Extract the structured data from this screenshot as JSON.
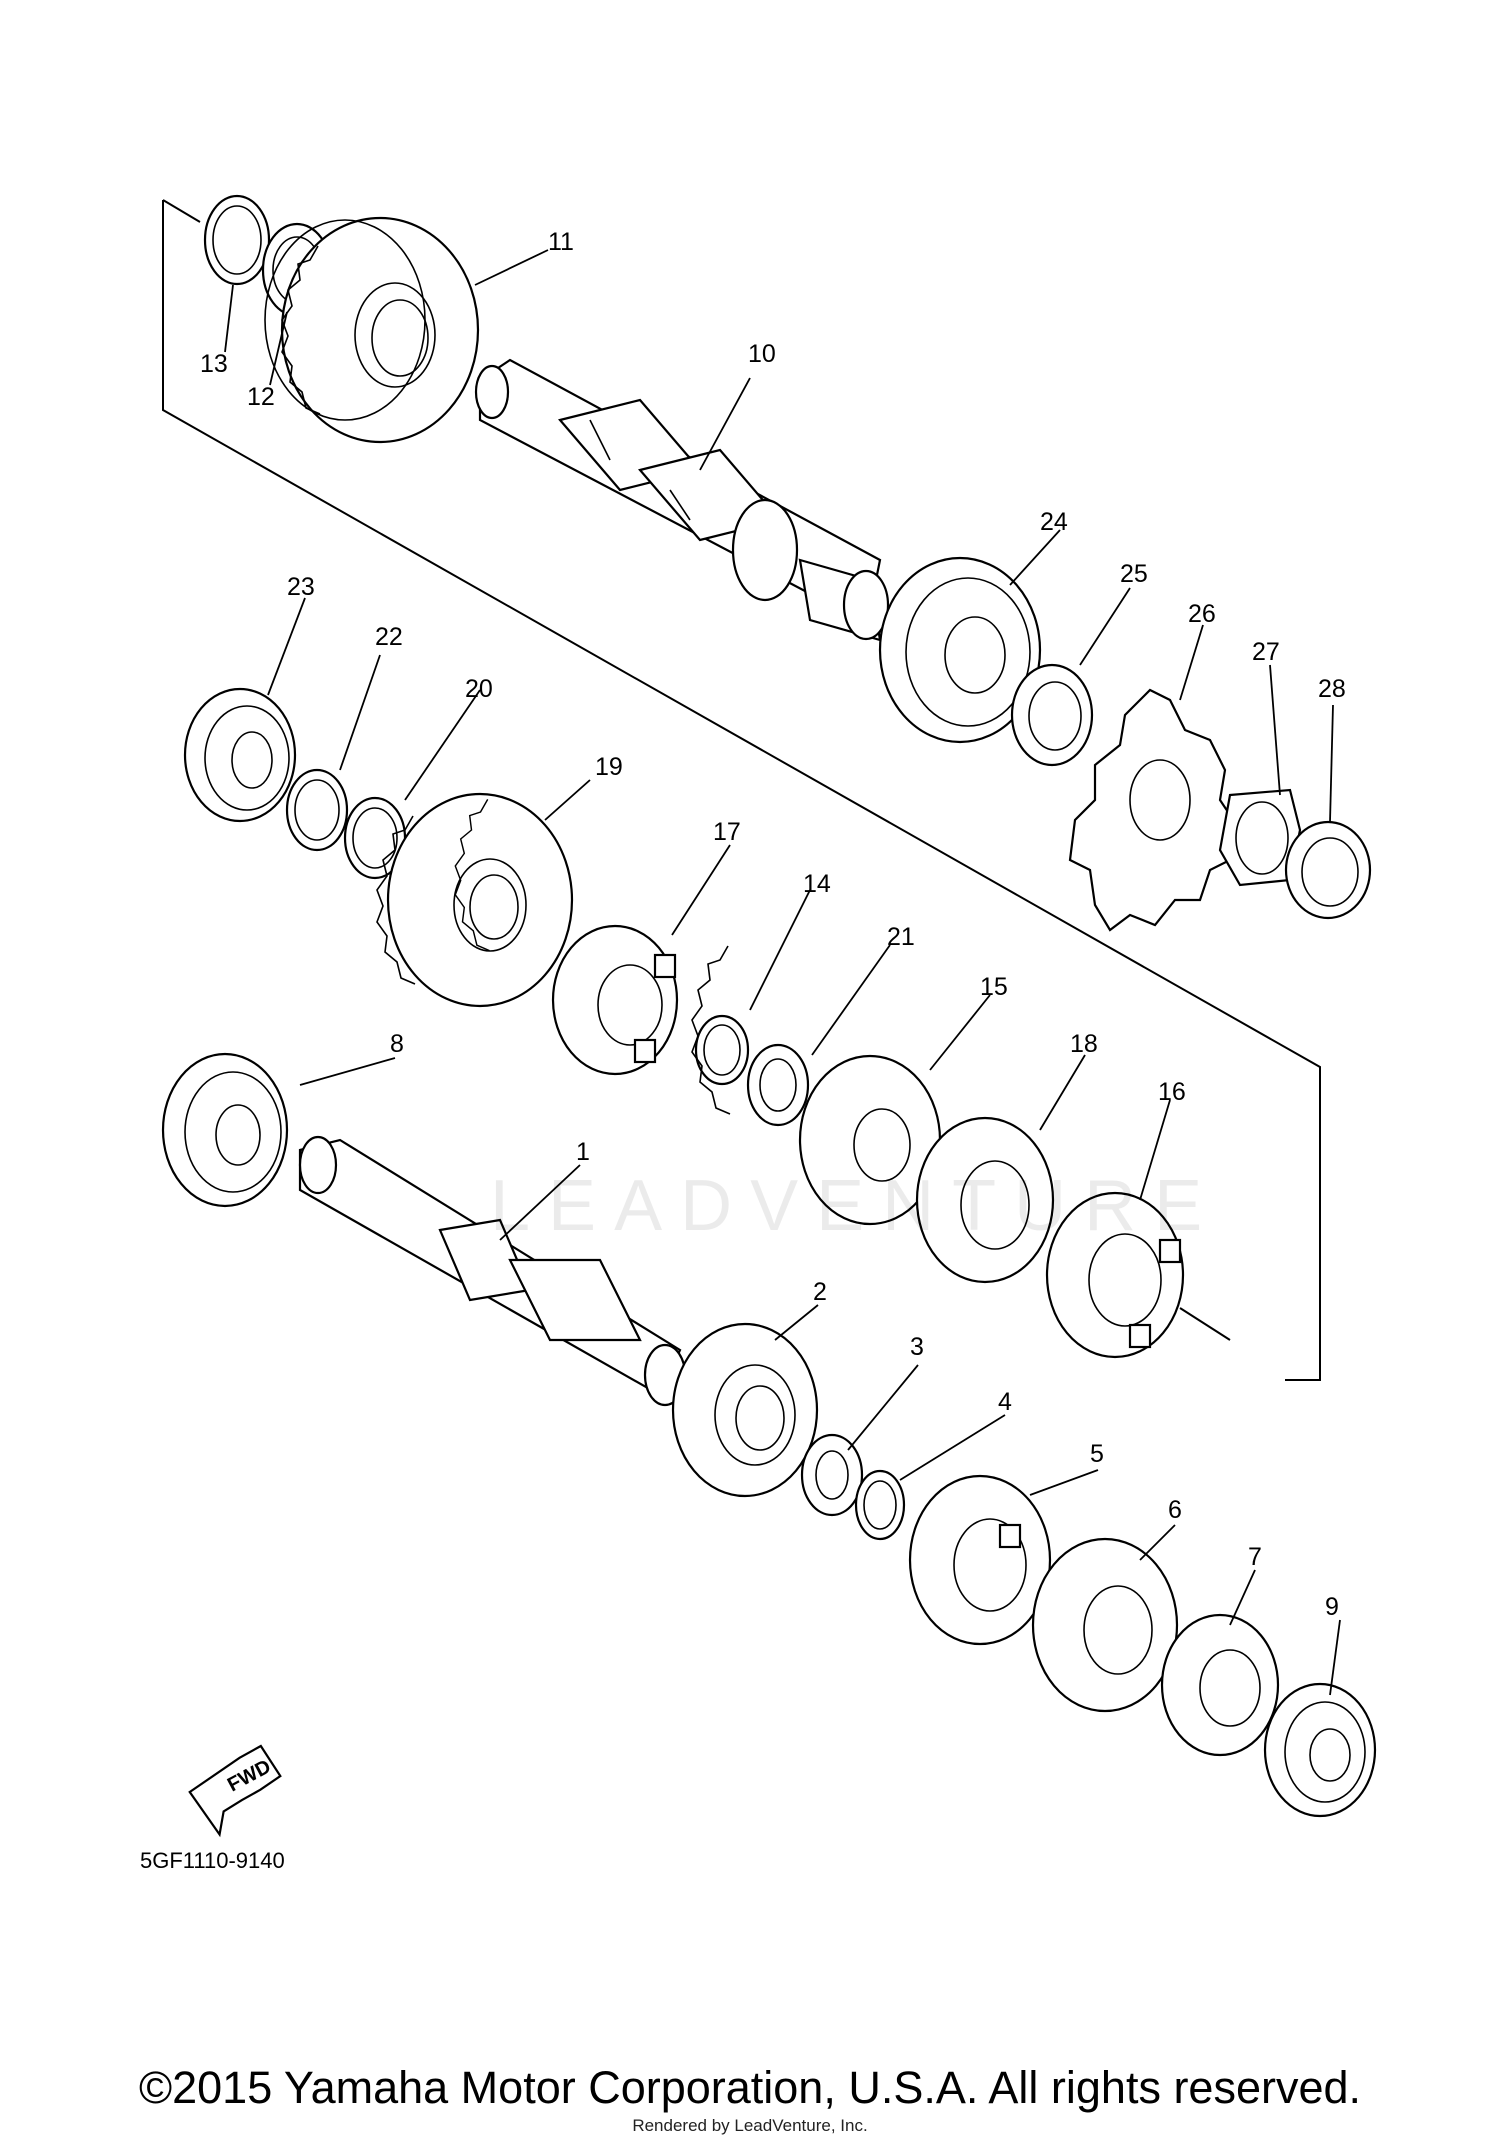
{
  "diagram_code": "5GF1110-9140",
  "fwd_label": "FWD",
  "watermark": "LEADVENTURE",
  "copyright": "©2015 Yamaha Motor Corporation, U.S.A. All rights reserved.",
  "rendered_by": "Rendered by LeadVenture, Inc.",
  "callouts": [
    "1",
    "2",
    "3",
    "4",
    "5",
    "6",
    "7",
    "8",
    "9",
    "10",
    "11",
    "12",
    "13",
    "14",
    "15",
    "16",
    "17",
    "18",
    "19",
    "20",
    "21",
    "22",
    "23",
    "24",
    "25",
    "26",
    "27",
    "28"
  ]
}
